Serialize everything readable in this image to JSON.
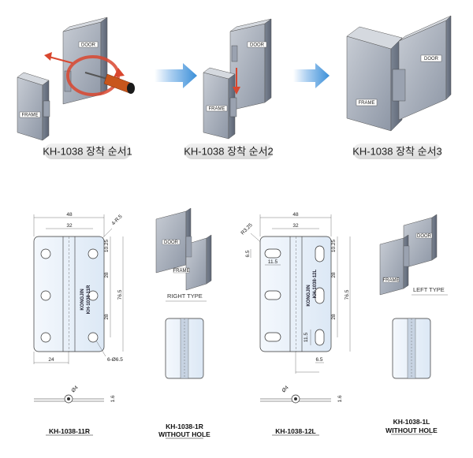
{
  "steps": [
    {
      "caption": "KH-1038 장착 순서1",
      "door": "DOOR",
      "frame": "FRAME"
    },
    {
      "caption": "KH-1038 장착 순서2",
      "door": "DOOR",
      "frame": "FRAME"
    },
    {
      "caption": "KH-1038 장착 순서3",
      "door": "DOOR",
      "frame": "FRAME"
    }
  ],
  "drawing_11r": {
    "dims": {
      "width": "48",
      "inner": "32",
      "radius": "4-R.5",
      "top": "10.25",
      "pitch1": "28",
      "pitch2": "28",
      "height": "76.5",
      "bottom": "24",
      "holes": "6-Ø6.5",
      "pin": "Ø4",
      "thick": "1.6"
    },
    "engraving": [
      "KONGJIN",
      "KH-1038-11R"
    ],
    "caption": "KH-1038-11R"
  },
  "view_1r": {
    "door": "DOOR",
    "frame": "FRAME",
    "type": "RIGHT TYPE",
    "caption1": "KH-1038-1R",
    "caption2": "WITHOUT HOLE"
  },
  "drawing_12l": {
    "dims": {
      "width": "48",
      "inner": "32",
      "radius": "R3.25",
      "slot_h": "6.5",
      "slot_w": "11.5",
      "top": "10.25",
      "pitch1": "28",
      "pitch2": "28",
      "height": "76.5",
      "vslot": "11.5",
      "vslot_w": "6.5",
      "pin": "Ø4",
      "thick": "1.6"
    },
    "engraving": [
      "KONGJIN",
      "KH-1038-12L"
    ],
    "caption": "KH-1038-12L"
  },
  "view_1l": {
    "door": "DOOR",
    "frame": "FRAME",
    "type": "LEFT TYPE",
    "caption1": "KH-1038-1L",
    "caption2": "WITHOUT HOLE"
  },
  "colors": {
    "metal": "#8e97a6",
    "metal_dark": "#6b7382",
    "arrow_blue": "#3b8fd8",
    "red": "#d9472f",
    "plate": "#eaf2fb",
    "pill": "#e6e6e6"
  }
}
